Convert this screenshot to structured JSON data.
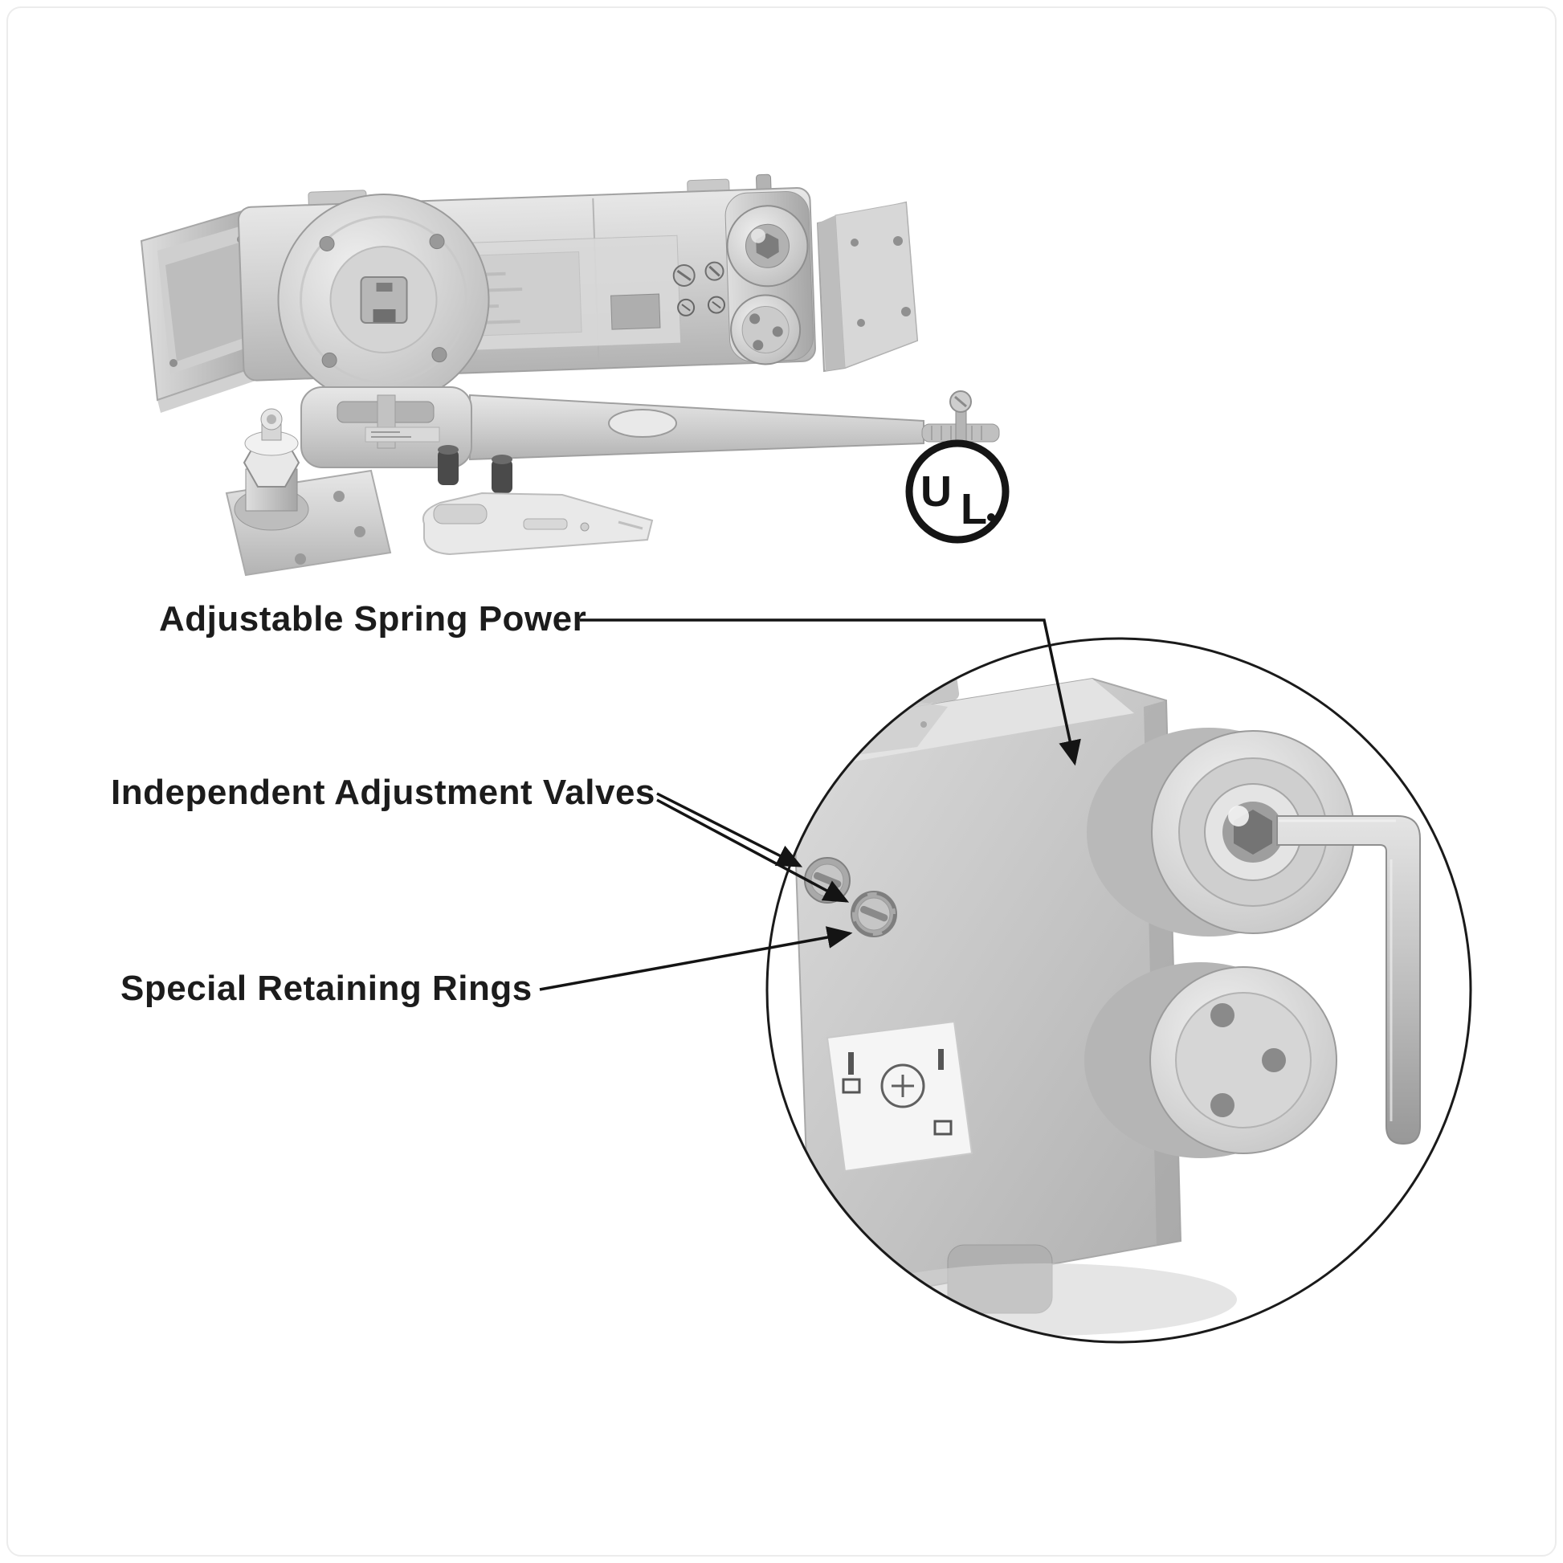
{
  "labels": {
    "spring_power": "Adjustable Spring Power",
    "adjustment_valves": "Independent Adjustment Valves",
    "retaining_rings": "Special Retaining Rings"
  },
  "ul_mark": {
    "u": "U",
    "l": "L"
  },
  "colors": {
    "label_text": "#1c1c1c",
    "leader_line": "#141414",
    "metal_light": "#e9e9e9",
    "metal_mid": "#c6c6c6",
    "metal_dark": "#9d9d9d",
    "background": "#ffffff"
  }
}
